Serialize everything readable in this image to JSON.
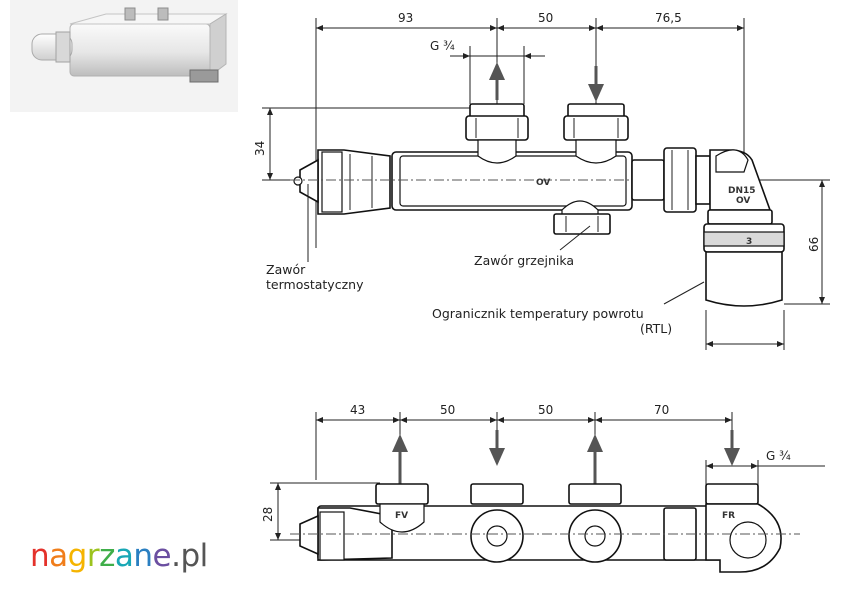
{
  "logo": {
    "text": "nagrzane.pl",
    "letters": [
      {
        "ch": "n",
        "color": "#e4322b"
      },
      {
        "ch": "a",
        "color": "#f07d1a"
      },
      {
        "ch": "g",
        "color": "#f5b400"
      },
      {
        "ch": "r",
        "color": "#9cc31e"
      },
      {
        "ch": "z",
        "color": "#3fae49"
      },
      {
        "ch": "a",
        "color": "#18a7b5"
      },
      {
        "ch": "n",
        "color": "#2a7fc1"
      },
      {
        "ch": "e",
        "color": "#6b4fa1"
      },
      {
        "ch": ".",
        "color": "#555555"
      },
      {
        "ch": "p",
        "color": "#555555"
      },
      {
        "ch": "l",
        "color": "#555555"
      }
    ]
  },
  "top_view": {
    "dims_horizontal": [
      "93",
      "50",
      "76,5"
    ],
    "dim_thread": "G ¾",
    "dim_height_left": "34",
    "dim_height_right": "66",
    "body_marks": [
      "OV",
      "DN15",
      "OV",
      "3"
    ],
    "label_thermostatic": [
      "Zawór",
      "termostatyczny"
    ],
    "label_radiator": "Zawór grzejnika",
    "label_rtl": [
      "Ogranicznik temperatury powrotu",
      "(RTL)"
    ]
  },
  "bottom_view": {
    "dims_horizontal": [
      "43",
      "50",
      "50",
      "70"
    ],
    "dim_thread": "G ¾",
    "dim_height_left": "28",
    "flow_marks": [
      "FV",
      "FR"
    ]
  }
}
